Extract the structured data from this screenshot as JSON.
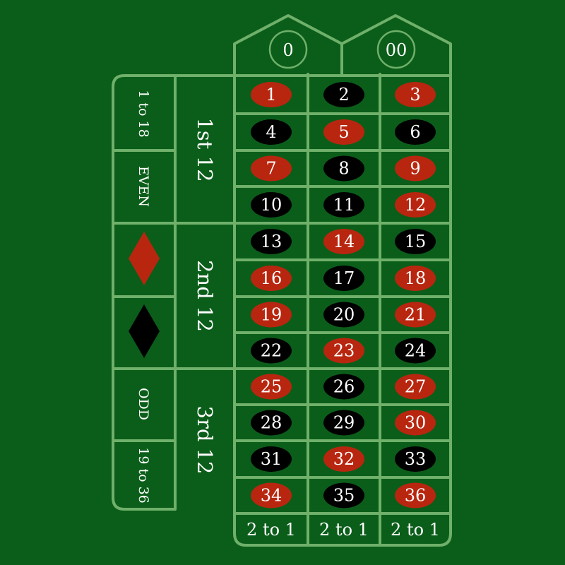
{
  "colors": {
    "felt": "#0b5e1a",
    "line": "#6fb06a",
    "red": "#b8260f",
    "black": "#000000",
    "text": "#ffffff"
  },
  "zeros": [
    {
      "label": "0"
    },
    {
      "label": "00"
    }
  ],
  "numbers": [
    {
      "n": "1",
      "color": "red"
    },
    {
      "n": "2",
      "color": "black"
    },
    {
      "n": "3",
      "color": "red"
    },
    {
      "n": "4",
      "color": "black"
    },
    {
      "n": "5",
      "color": "red"
    },
    {
      "n": "6",
      "color": "black"
    },
    {
      "n": "7",
      "color": "red"
    },
    {
      "n": "8",
      "color": "black"
    },
    {
      "n": "9",
      "color": "red"
    },
    {
      "n": "10",
      "color": "black"
    },
    {
      "n": "11",
      "color": "black"
    },
    {
      "n": "12",
      "color": "red"
    },
    {
      "n": "13",
      "color": "black"
    },
    {
      "n": "14",
      "color": "red"
    },
    {
      "n": "15",
      "color": "black"
    },
    {
      "n": "16",
      "color": "red"
    },
    {
      "n": "17",
      "color": "black"
    },
    {
      "n": "18",
      "color": "red"
    },
    {
      "n": "19",
      "color": "red"
    },
    {
      "n": "20",
      "color": "black"
    },
    {
      "n": "21",
      "color": "red"
    },
    {
      "n": "22",
      "color": "black"
    },
    {
      "n": "23",
      "color": "red"
    },
    {
      "n": "24",
      "color": "black"
    },
    {
      "n": "25",
      "color": "red"
    },
    {
      "n": "26",
      "color": "black"
    },
    {
      "n": "27",
      "color": "red"
    },
    {
      "n": "28",
      "color": "black"
    },
    {
      "n": "29",
      "color": "black"
    },
    {
      "n": "30",
      "color": "red"
    },
    {
      "n": "31",
      "color": "black"
    },
    {
      "n": "32",
      "color": "red"
    },
    {
      "n": "33",
      "color": "black"
    },
    {
      "n": "34",
      "color": "red"
    },
    {
      "n": "35",
      "color": "black"
    },
    {
      "n": "36",
      "color": "red"
    }
  ],
  "dozens": [
    "1st 12",
    "2nd 12",
    "3rd 12"
  ],
  "outside_bets": {
    "low": "1 to 18",
    "even": "EVEN",
    "red_icon": "red-diamond-icon",
    "black_icon": "black-diamond-icon",
    "odd": "ODD",
    "high": "19 to 36"
  },
  "columns": [
    "2 to 1",
    "2 to 1",
    "2 to 1"
  ]
}
